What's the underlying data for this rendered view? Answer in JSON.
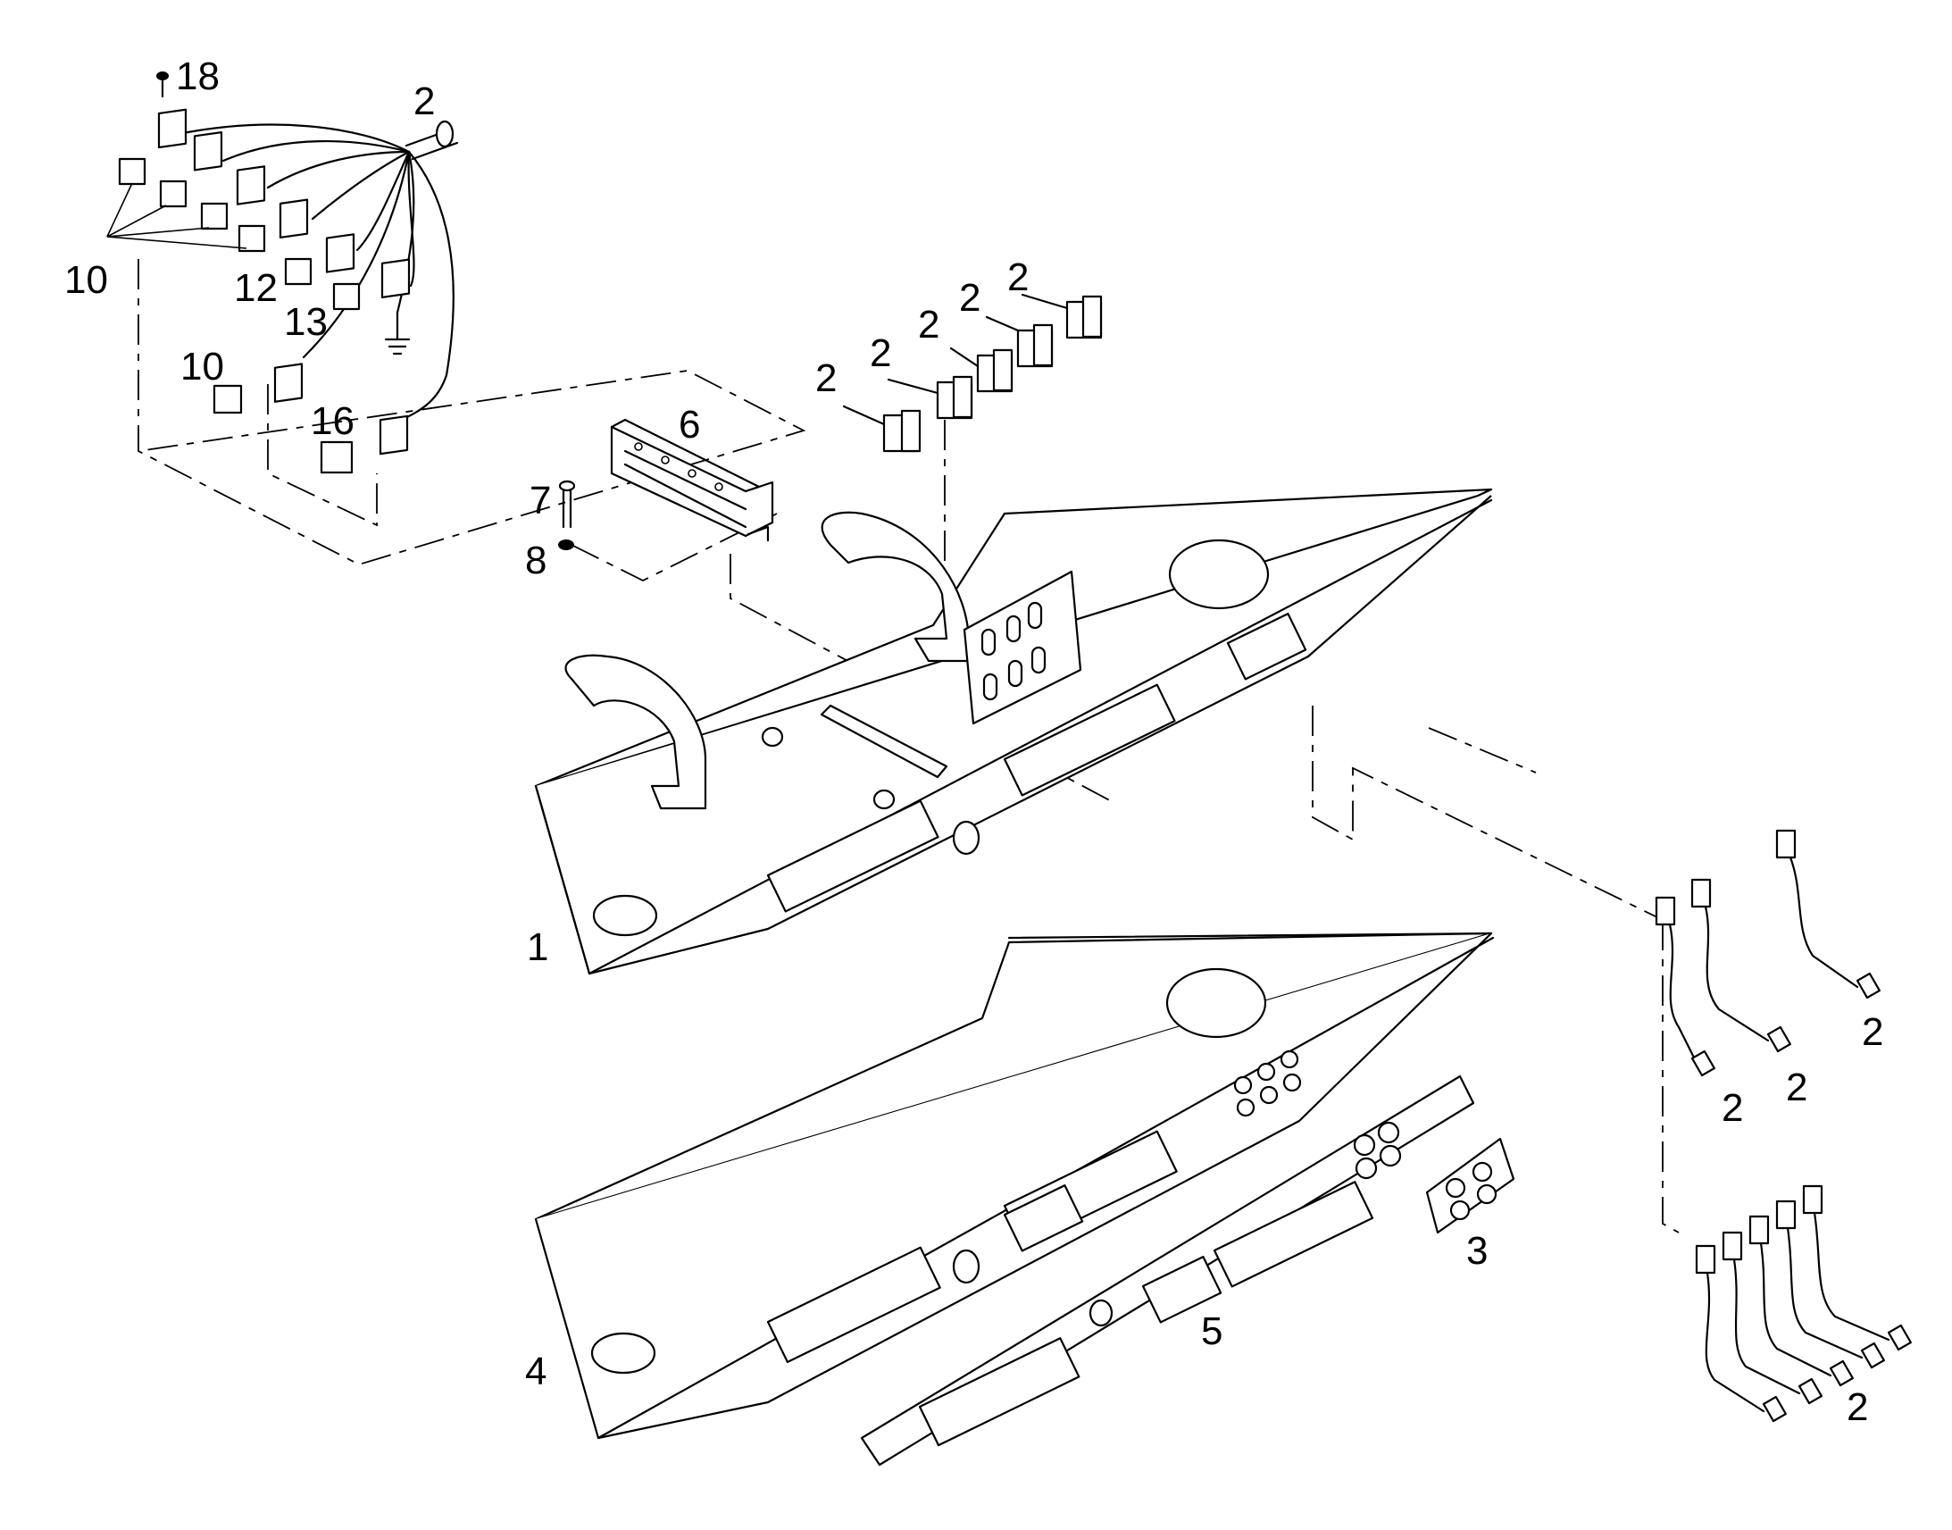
{
  "callouts": {
    "c18": "18",
    "c2_harness": "2",
    "c10_top": "10",
    "c12": "12",
    "c13": "13",
    "c10_mid": "10",
    "c16": "16",
    "c6": "6",
    "c7": "7",
    "c8": "8",
    "c2_a": "2",
    "c2_b": "2",
    "c2_c": "2",
    "c2_d": "2",
    "c2_e": "2",
    "c1": "1",
    "c4": "4",
    "c5": "5",
    "c3": "3",
    "c2_r1": "2",
    "c2_r2": "2",
    "c2_r3": "2",
    "c2_r4": "2"
  }
}
